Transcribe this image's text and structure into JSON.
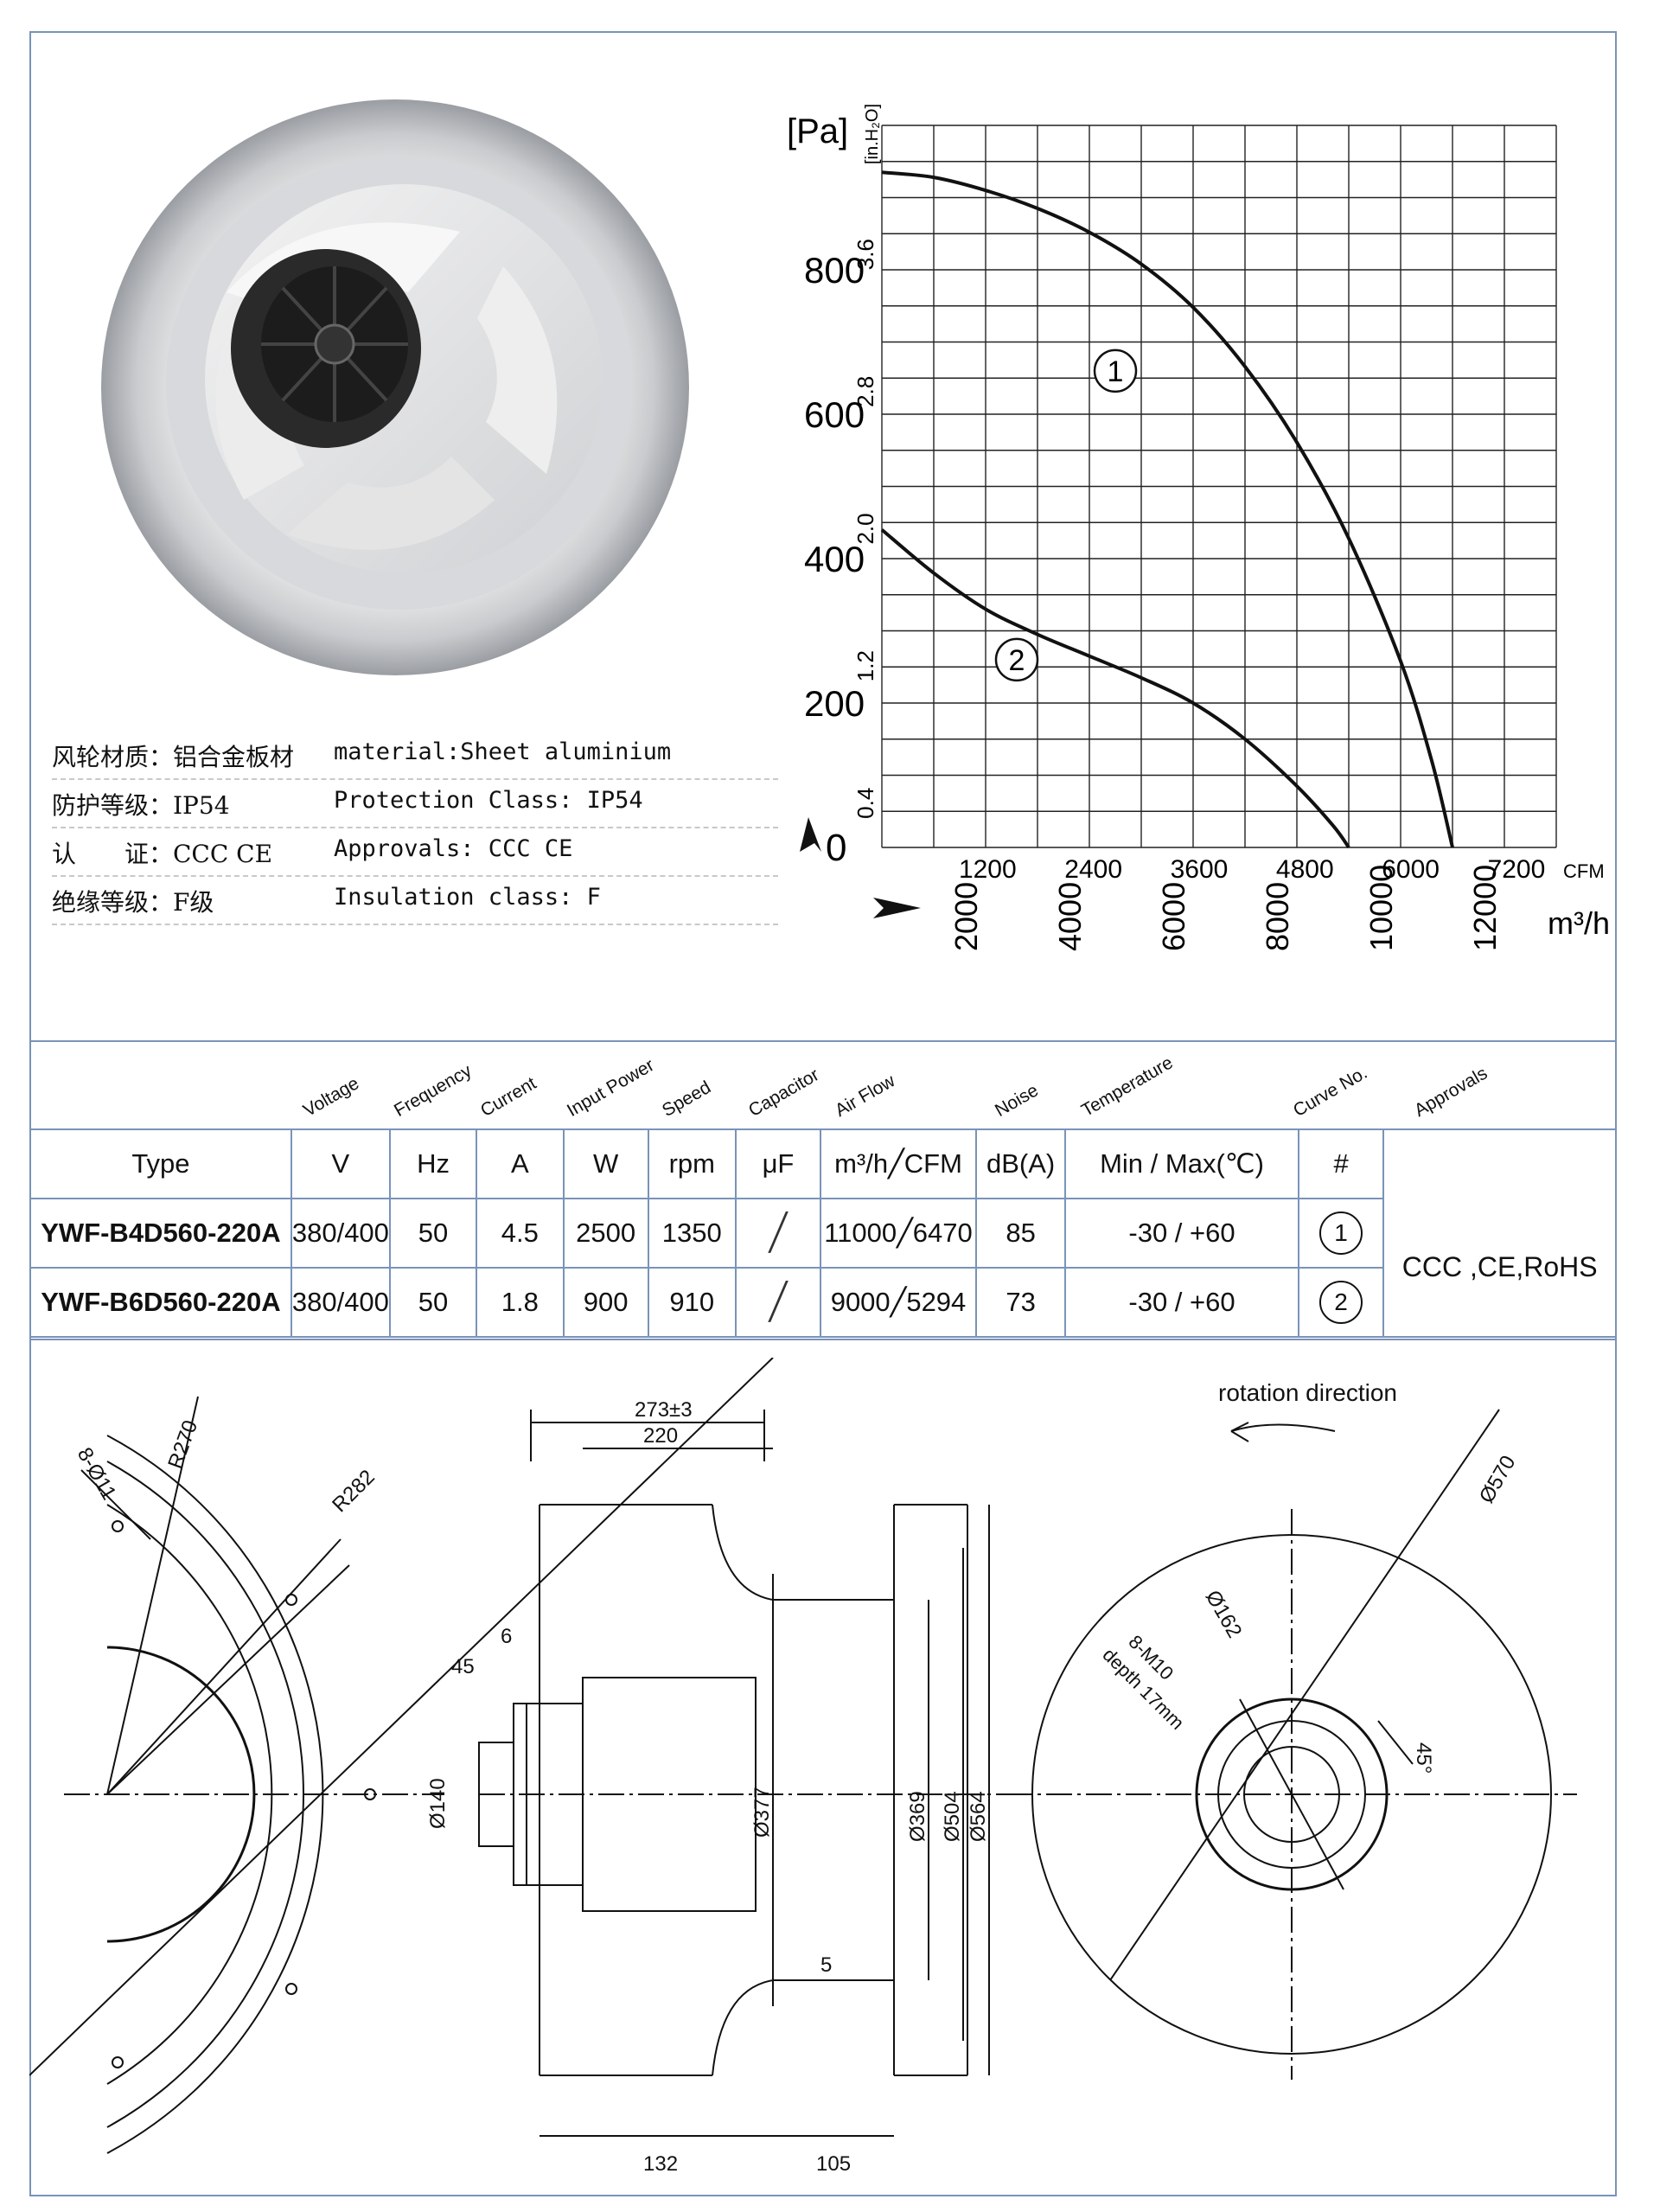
{
  "specs": [
    {
      "cn": "风轮材质：铝合金板材",
      "en": "material:Sheet aluminium"
    },
    {
      "cn": "防护等级：IP54",
      "en": "Protection Class: IP54"
    },
    {
      "cn": "认　　证：CCC CE",
      "en": "Approvals: CCC  CE"
    },
    {
      "cn": "绝缘等级：F级",
      "en": "Insulation class: F"
    }
  ],
  "chart_data": {
    "type": "line",
    "ylabel": "[Pa]",
    "ylabel_alt": "[in.H₂O]",
    "y_ticks": [
      "0",
      "200",
      "400",
      "600",
      "800"
    ],
    "y_ticks_alt": [
      "0.4",
      "1.2",
      "2.0",
      "2.8",
      "3.6"
    ],
    "x_ticks_cfm": [
      "1200",
      "2400",
      "3600",
      "4800",
      "6000",
      "7200"
    ],
    "x_unit_cfm": "CFM",
    "x_ticks_m3h": [
      "2000",
      "4000",
      "6000",
      "8000",
      "10000",
      "12000"
    ],
    "x_unit_m3h": "m³/h",
    "xlim": [
      0,
      13000
    ],
    "ylim": [
      0,
      1000
    ],
    "grid": true,
    "series": [
      {
        "name": "1",
        "x": [
          0,
          1000,
          2000,
          3000,
          4000,
          5000,
          6000,
          7000,
          8000,
          9000,
          10000,
          10600,
          11000
        ],
        "values": [
          935,
          928,
          910,
          885,
          852,
          808,
          748,
          666,
          561,
          428,
          258,
          120,
          0
        ]
      },
      {
        "name": "2",
        "x": [
          0,
          1000,
          2000,
          3000,
          4000,
          5000,
          6000,
          7000,
          8000,
          8700,
          9000
        ],
        "values": [
          440,
          380,
          330,
          295,
          265,
          235,
          200,
          150,
          85,
          30,
          0
        ]
      }
    ]
  },
  "table": {
    "rot_headers": [
      "Voltage",
      "Frequency",
      "Current",
      "Input Power",
      "Speed",
      "Capacitor",
      "Air Flow",
      "Noise",
      "Temperature",
      "Curve No.",
      "Approvals"
    ],
    "units": {
      "type": "Type",
      "v": "V",
      "hz": "Hz",
      "a": "A",
      "w": "W",
      "rpm": "rpm",
      "uf": "μF",
      "flow": "m³/h╱CFM",
      "db": "dB(A)",
      "temp": "Min / Max(℃)",
      "curve": "#"
    },
    "rows": [
      {
        "type": "YWF-B4D560-220A",
        "v": "380/400",
        "hz": "50",
        "a": "4.5",
        "w": "2500",
        "rpm": "1350",
        "uf": "╱",
        "flow": "11000╱6470",
        "db": "85",
        "temp": "-30 / +60",
        "curve": "1"
      },
      {
        "type": "YWF-B6D560-220A",
        "v": "380/400",
        "hz": "50",
        "a": "1.8",
        "w": "900",
        "rpm": "910",
        "uf": "╱",
        "flow": "9000╱5294",
        "db": "73",
        "temp": "-30 / +60",
        "curve": "2"
      }
    ],
    "approvals": "CCC ,CE,RoHS"
  },
  "drawing": {
    "left": {
      "holes": "8-Ø11",
      "r1": "R270",
      "r2": "R282"
    },
    "side": {
      "d273": "273±3",
      "d220": "220",
      "d6": "6",
      "d45": "45",
      "d140": "Ø140",
      "d377": "Ø377",
      "d369": "Ø369",
      "d504": "Ø504",
      "d564": "Ø564",
      "d5": "5",
      "d132": "132",
      "d105": "105"
    },
    "front": {
      "rotation": "rotation direction",
      "d570": "Ø570",
      "d162": "Ø162",
      "m10": "8-M10",
      "depth": "depth 17mm",
      "angle": "45°"
    }
  }
}
